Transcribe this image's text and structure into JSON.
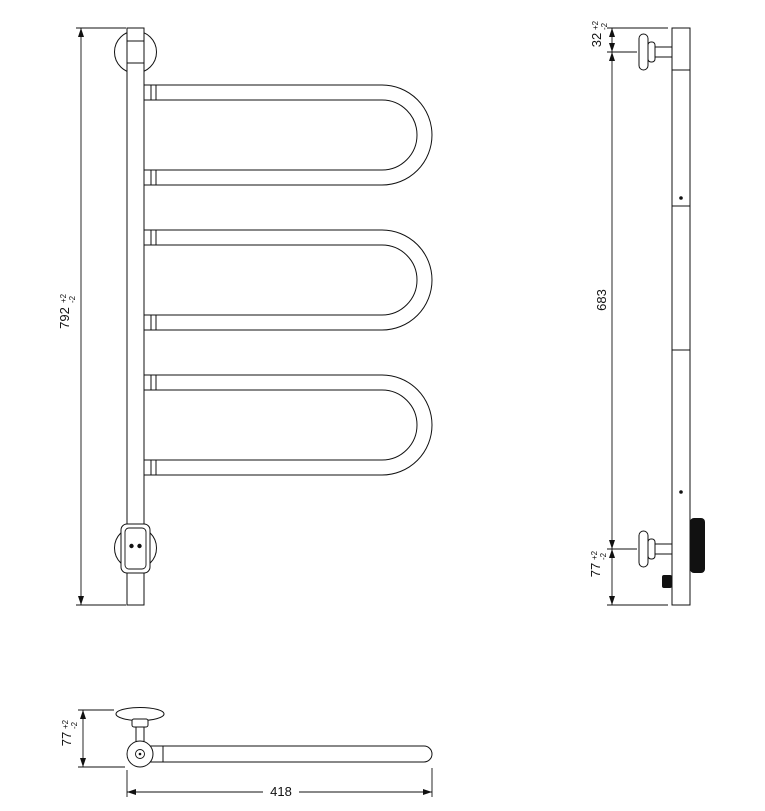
{
  "page": {
    "background": "#ffffff",
    "line_color": "#111111"
  },
  "dims": {
    "front_height": {
      "value": "792",
      "tol_plus": "+2",
      "tol_minus": "-2"
    },
    "side_top_offset": {
      "value": "32",
      "tol_plus": "+2",
      "tol_minus": "-2"
    },
    "side_bracket_span": {
      "value": "683"
    },
    "side_bottom_offset": {
      "value": "77",
      "tol_plus": "+2",
      "tol_minus": "-2"
    },
    "plan_wall_offset": {
      "value": "77",
      "tol_plus": "+2",
      "tol_minus": "-2"
    },
    "plan_length": {
      "value": "418"
    }
  }
}
